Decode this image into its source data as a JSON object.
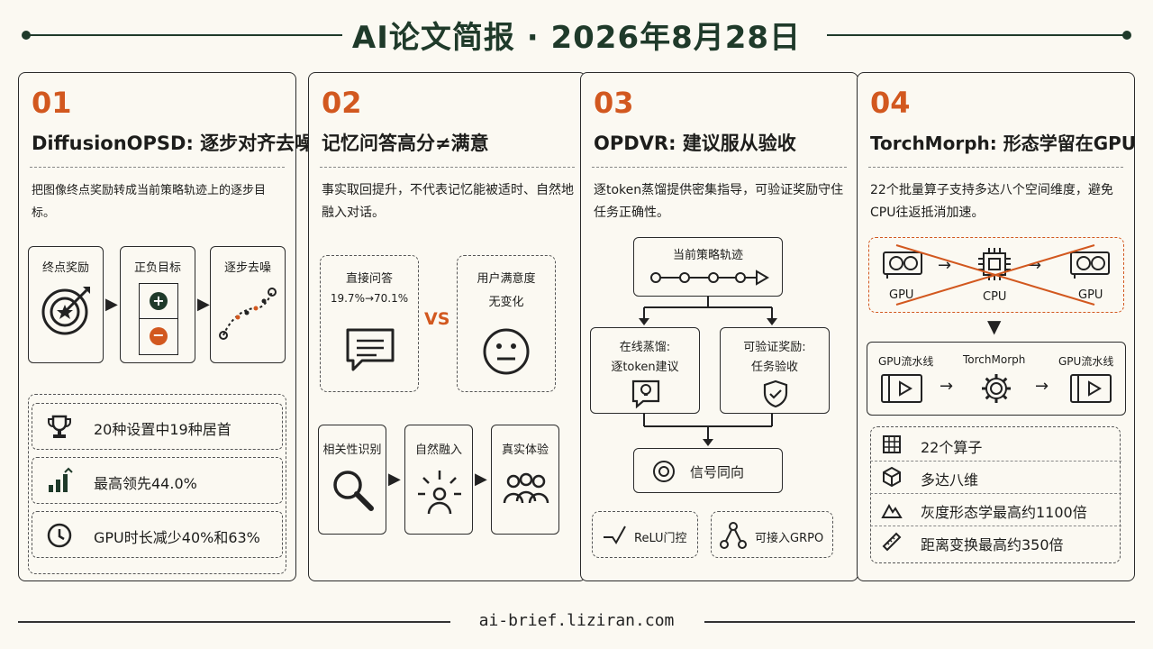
{
  "title": "AI论文简报 · 2026年8月28日",
  "footer": "ai-brief.liziran.com",
  "colors": {
    "accent": "#d2581f",
    "dark": "#1f3a2a",
    "green": "#1f6b3a"
  },
  "panels": [
    {
      "num": "01",
      "title": "DiffusionOPSD: 逐步对齐去噪",
      "desc": "把图像终点奖励转成当前策略轨迹上的逐步目标。",
      "flow": [
        "终点奖励",
        "正负目标",
        "逐步去噪"
      ],
      "stats": [
        "20种设置中19种居首",
        "最高领先44.0%",
        "GPU时长减少40%和63%"
      ]
    },
    {
      "num": "02",
      "title": "记忆问答高分≠满意",
      "desc": "事实取回提升，不代表记忆能被适时、自然地融入对话。",
      "left_label": "直接问答",
      "left_value": "19.7%→70.1%",
      "vs": "VS",
      "right_label": "用户满意度",
      "right_value": "无变化",
      "flow": [
        "相关性识别",
        "自然融入",
        "真实体验"
      ]
    },
    {
      "num": "03",
      "title": "OPDVR: 建议服从验收",
      "desc": "逐token蒸馏提供密集指导，可验证奖励守住任务正确性。",
      "top_box": "当前策略轨迹",
      "left_box": [
        "在线蒸馏:",
        "逐token建议"
      ],
      "right_box": [
        "可验证奖励:",
        "任务验收"
      ],
      "merge_box": "信号同向",
      "tags": [
        "ReLU门控",
        "可接入GRPO"
      ]
    },
    {
      "num": "04",
      "title": "TorchMorph: 形态学留在GPU",
      "desc": "22个批量算子支持多达八个空间维度，避免CPU往返抵消加速。",
      "crossed": [
        "GPU",
        "CPU",
        "GPU"
      ],
      "pipeline": [
        "GPU流水线",
        "TorchMorph",
        "GPU流水线"
      ],
      "features": [
        "22个算子",
        "多达八维",
        "灰度形态学最高约1100倍",
        "距离变换最高约350倍"
      ]
    }
  ]
}
